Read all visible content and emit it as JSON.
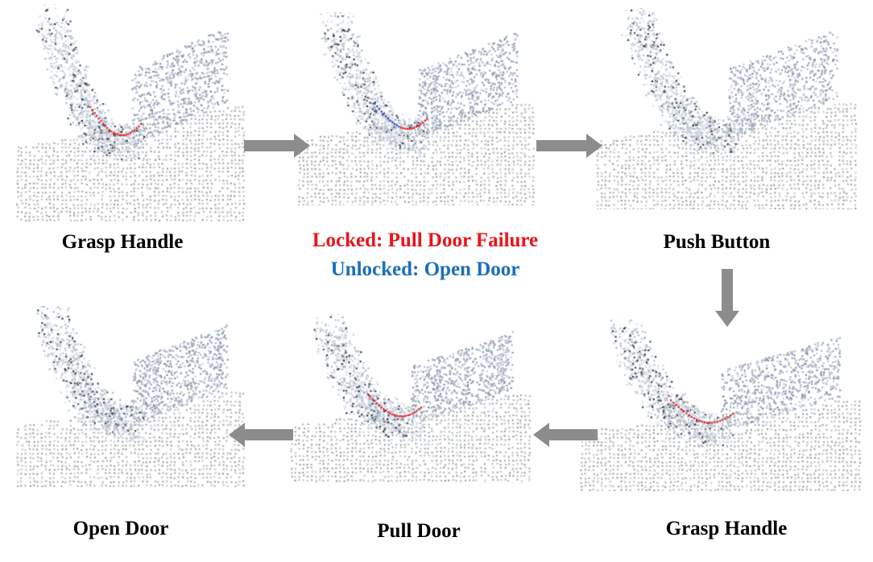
{
  "colors": {
    "locked": "#e8141b",
    "unlocked": "#1a6fba",
    "arrow": "#8c8c8c",
    "trajectory_red": "#e8141b",
    "trajectory_blue": "#1a3fd0"
  },
  "steps": [
    {
      "label": "Grasp Handle",
      "trajectory": "red"
    },
    {
      "label_locked": "Locked: Pull Door Failure",
      "label_unlocked": "Unlocked: Open Door",
      "trajectory": "red-blue"
    },
    {
      "label": "Push Button",
      "trajectory": "none"
    },
    {
      "label": "Grasp Handle",
      "trajectory": "red"
    },
    {
      "label": "Pull Door",
      "trajectory": "red"
    },
    {
      "label": "Open Door",
      "trajectory": "none"
    }
  ]
}
